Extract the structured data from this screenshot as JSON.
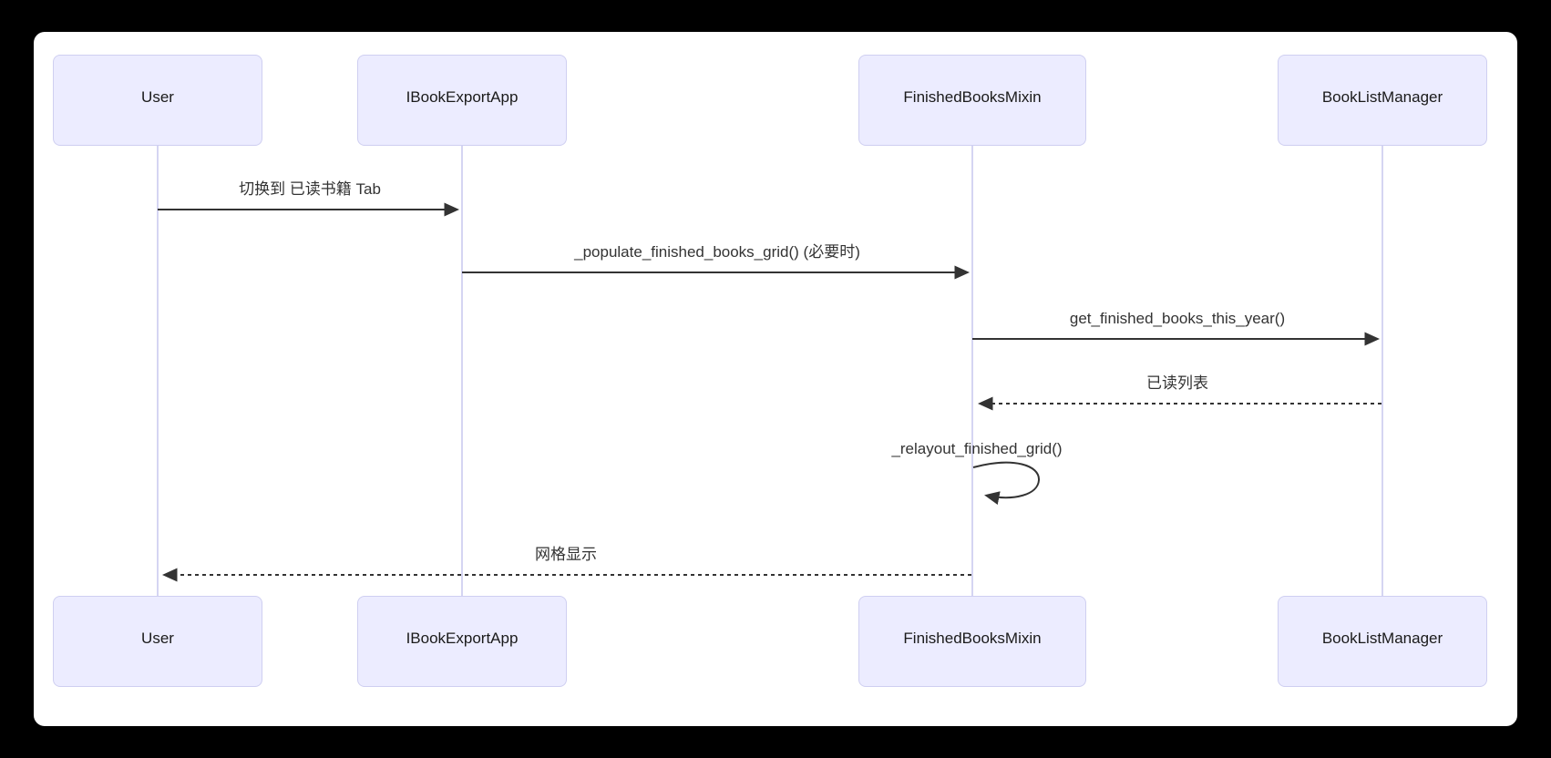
{
  "diagram": {
    "type": "sequence-diagram",
    "actors": [
      {
        "id": "user",
        "label": "User"
      },
      {
        "id": "ibookexportapp",
        "label": "IBookExportApp"
      },
      {
        "id": "finishedbooksmixin",
        "label": "FinishedBooksMixin"
      },
      {
        "id": "booklistmanager",
        "label": "BookListManager"
      }
    ],
    "messages": [
      {
        "from": "User",
        "to": "IBookExportApp",
        "label": "切换到 已读书籍 Tab",
        "style": "solid"
      },
      {
        "from": "IBookExportApp",
        "to": "FinishedBooksMixin",
        "label": "_populate_finished_books_grid() (必要时)",
        "style": "solid"
      },
      {
        "from": "FinishedBooksMixin",
        "to": "BookListManager",
        "label": "get_finished_books_this_year()",
        "style": "solid"
      },
      {
        "from": "BookListManager",
        "to": "FinishedBooksMixin",
        "label": "已读列表",
        "style": "dashed"
      },
      {
        "from": "FinishedBooksMixin",
        "to": "FinishedBooksMixin",
        "label": "_relayout_finished_grid()",
        "style": "self"
      },
      {
        "from": "FinishedBooksMixin",
        "to": "User",
        "label": "网格显示",
        "style": "dashed"
      }
    ],
    "colors": {
      "frame_bg": "#000000",
      "canvas_bg": "#ffffff",
      "actor_fill": "#ECECFF",
      "actor_border": "#CFCFF1",
      "lifeline": "#D5D5F2",
      "arrow": "#333333",
      "text": "#1a1a1a"
    }
  }
}
